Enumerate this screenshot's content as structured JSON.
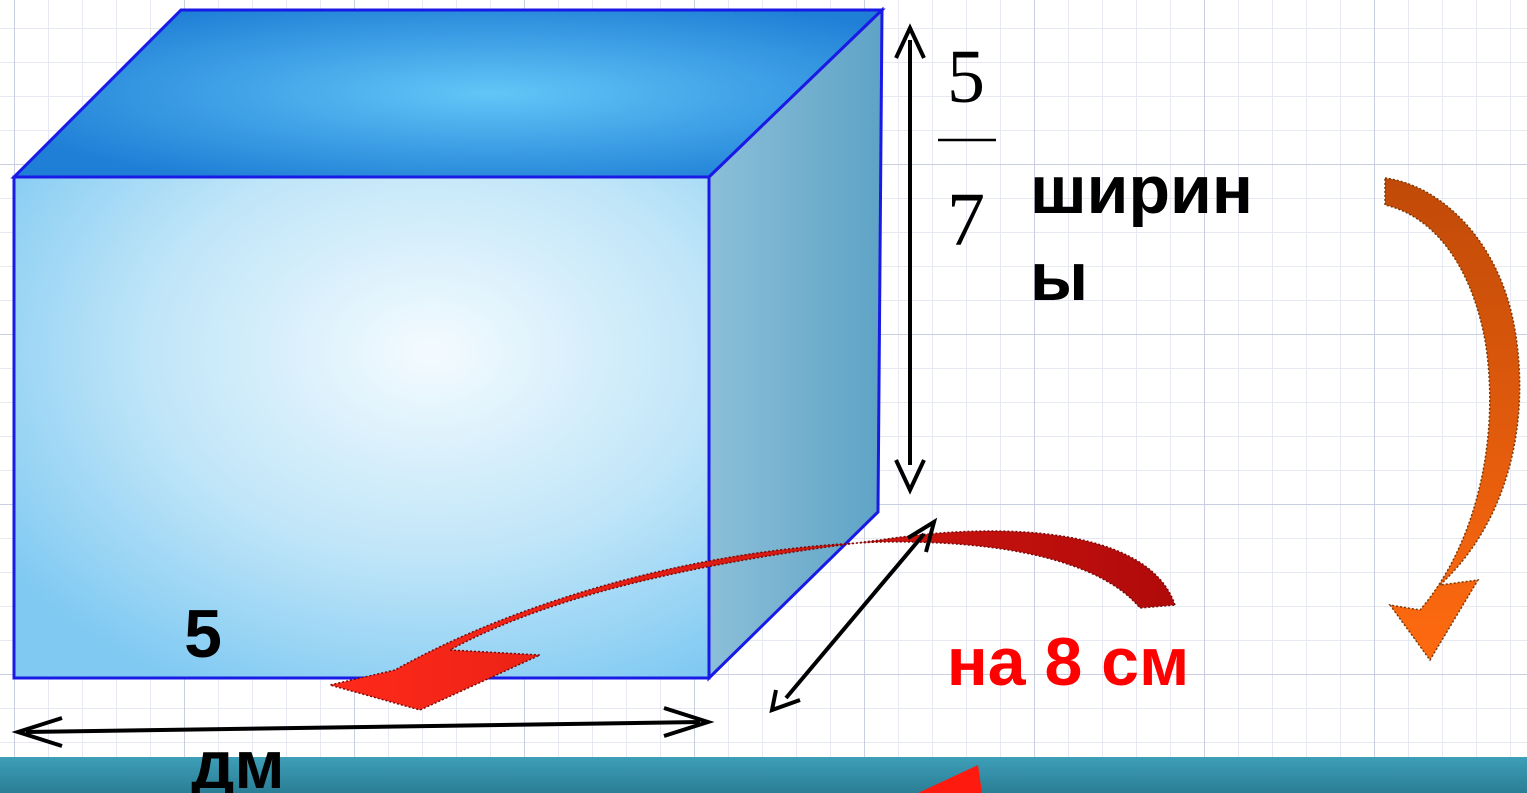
{
  "labels": {
    "length_value": "5",
    "length_unit": "дм",
    "height_fraction_numerator": "5",
    "height_fraction_denominator": "7",
    "height_text_line1": "ширин",
    "height_text_line2": "ы",
    "depth_text": "на 8 см"
  },
  "colors": {
    "front_face": "#a9dcf6",
    "top_face": "#3a9fe6",
    "side_face": "#74aecb",
    "edges": "#1a1ae6",
    "depth_text": "#ff0000",
    "arrow_red": "#e01010",
    "arrow_orange": "#ff6a10",
    "bottom_bar": "#2f8aa3"
  }
}
